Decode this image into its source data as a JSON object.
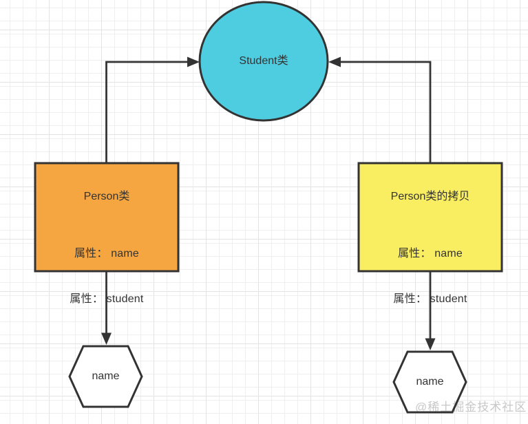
{
  "diagram": {
    "type": "flow-diagram",
    "colors": {
      "stroke": "#333333",
      "circle_fill": "#4ecde0",
      "person_rect_fill": "#f6a640",
      "person_copy_rect_fill": "#f9ee61",
      "hexagon_fill": "#ffffff",
      "text": "#333333",
      "grid_minor": "#efefef",
      "grid_major": "#e3e3e3",
      "watermark": "#c8c8c8"
    },
    "nodes": {
      "student_circle": {
        "label": "Student类",
        "shape": "circle"
      },
      "person_rect": {
        "title": "Person类",
        "attr1": "属性： name",
        "attr2": "属性： student",
        "shape": "rectangle"
      },
      "person_copy_rect": {
        "title": "Person类的拷贝",
        "attr1": "属性： name",
        "attr2": "属性： student",
        "shape": "rectangle"
      },
      "left_hexagon": {
        "label": "name",
        "shape": "hexagon"
      },
      "right_hexagon": {
        "label": "name",
        "shape": "hexagon"
      }
    },
    "edges": [
      {
        "from": "person_rect",
        "to": "student_circle",
        "style": "orthogonal-arrow"
      },
      {
        "from": "person_copy_rect",
        "to": "student_circle",
        "style": "orthogonal-arrow"
      },
      {
        "from": "person_rect",
        "to": "left_hexagon",
        "style": "straight-arrow"
      },
      {
        "from": "person_copy_rect",
        "to": "right_hexagon",
        "style": "straight-arrow"
      }
    ],
    "watermark": {
      "text": "@稀土掘金技术社区"
    }
  }
}
